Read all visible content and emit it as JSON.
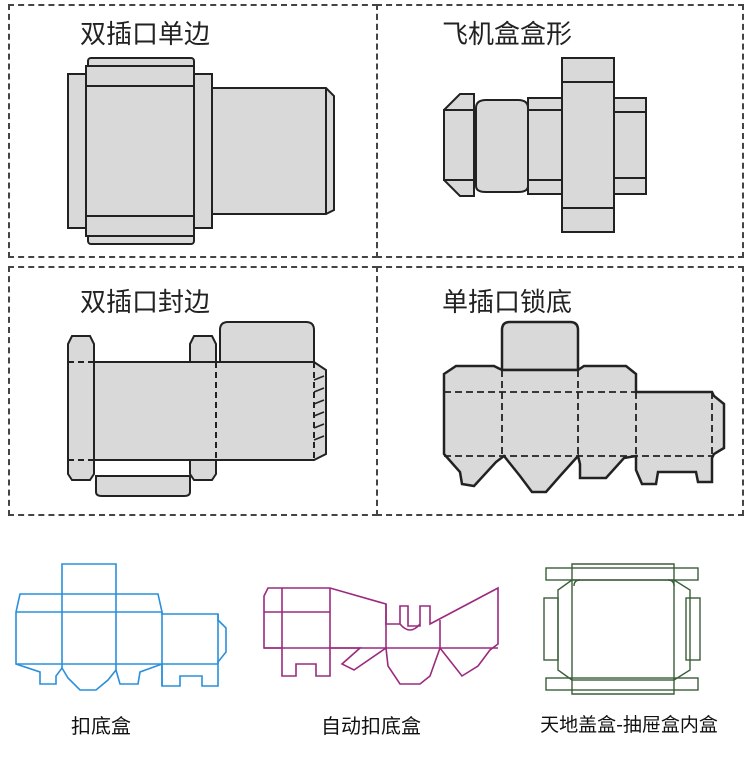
{
  "panels": {
    "p1": {
      "title": "双插口单边"
    },
    "p2": {
      "title": "飞机盒盒形"
    },
    "p3": {
      "title": "双插口封边"
    },
    "p4": {
      "title": "单插口锁底"
    }
  },
  "bottom": {
    "b1": {
      "label": "扣底盒"
    },
    "b2": {
      "label": "自动扣底盒"
    },
    "b3": {
      "label": "天地盖盒-抽屉盒内盒"
    }
  },
  "colors": {
    "fill": "#d9d9d9",
    "outline": "#222222",
    "blue": "#2a8fdc",
    "purple": "#9b2a7e",
    "green": "#3a5e3a"
  }
}
